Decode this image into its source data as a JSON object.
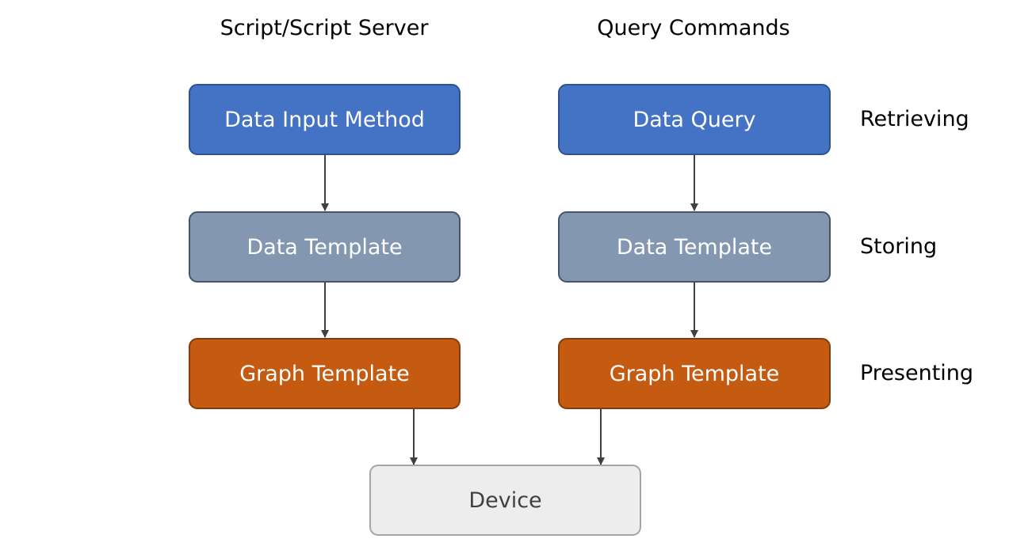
{
  "columns": {
    "left": {
      "header": "Script/Script Server",
      "boxes": [
        "Data Input Method",
        "Data Template",
        "Graph Template"
      ]
    },
    "right": {
      "header": "Query Commands",
      "boxes": [
        "Data Query",
        "Data Template",
        "Graph Template"
      ]
    }
  },
  "stages": [
    "Retrieving",
    "Storing",
    "Presenting"
  ],
  "device": "Device",
  "colors": {
    "retrieving_fill": "#4472c4",
    "storing_fill": "#8497b0",
    "presenting_fill": "#c55a11",
    "device_fill": "#ededed",
    "arrow": "#404040"
  }
}
